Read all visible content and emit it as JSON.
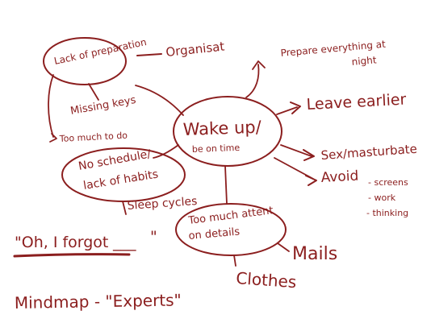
{
  "ink_color": "#8b1e1e",
  "background": "#ffffff",
  "center": {
    "line1": "Wake up/",
    "line2": "be on time"
  },
  "nodes": {
    "lack_of_preparation": "Lack of preparation",
    "organisation": "Organisat",
    "missing_keys": "Missing keys",
    "too_much_to_do": "Too much to do",
    "no_schedule_line1": "No schedule/",
    "no_schedule_line2": "lack of habits",
    "sleep_cycles": "Sleep cycles",
    "prepare_line1": "Prepare everything at",
    "prepare_line2": "night",
    "leave_earlier": "Leave earlier",
    "sex": "Sex/masturbate",
    "avoid": "Avoid",
    "avoid_items": [
      "- screens",
      "- work",
      "- thinking"
    ],
    "attention_line1": "Too much attent",
    "attention_line2": "on details",
    "mails": "Mails",
    "clothes": "Clothes"
  },
  "quote": {
    "text": "\"Oh, I forgot",
    "blank": "___",
    "close": "\""
  },
  "footer": "Mindmap - \"Experts\""
}
